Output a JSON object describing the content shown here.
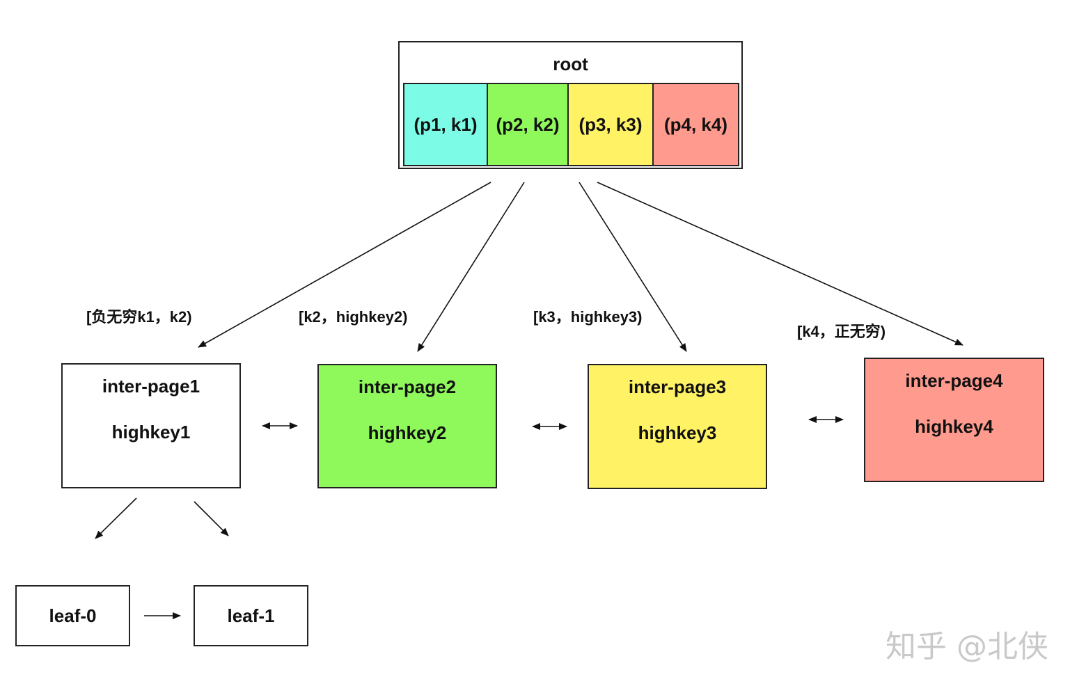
{
  "root": {
    "title": "root",
    "entries": [
      {
        "label": "(p1, k1)",
        "color": "#7cfce6"
      },
      {
        "label": "(p2, k2)",
        "color": "#8ff95c"
      },
      {
        "label": "(p3, k3)",
        "color": "#fff265"
      },
      {
        "label": "(p4, k4)",
        "color": "#ff9a8e"
      }
    ]
  },
  "ranges": [
    "[负无穷k1，k2)",
    "[k2，highkey2)",
    "[k3，highkey3)",
    "[k4，正无穷)"
  ],
  "inter_pages": [
    {
      "title": "inter-page1",
      "highkey": "highkey1",
      "color": "#ffffff"
    },
    {
      "title": "inter-page2",
      "highkey": "highkey2",
      "color": "#8ff95c"
    },
    {
      "title": "inter-page3",
      "highkey": "highkey3",
      "color": "#fff265"
    },
    {
      "title": "inter-page4",
      "highkey": "highkey4",
      "color": "#ff9a8e"
    }
  ],
  "leaves": [
    "leaf-0",
    "leaf-1"
  ],
  "watermark": "知乎 @北侠"
}
